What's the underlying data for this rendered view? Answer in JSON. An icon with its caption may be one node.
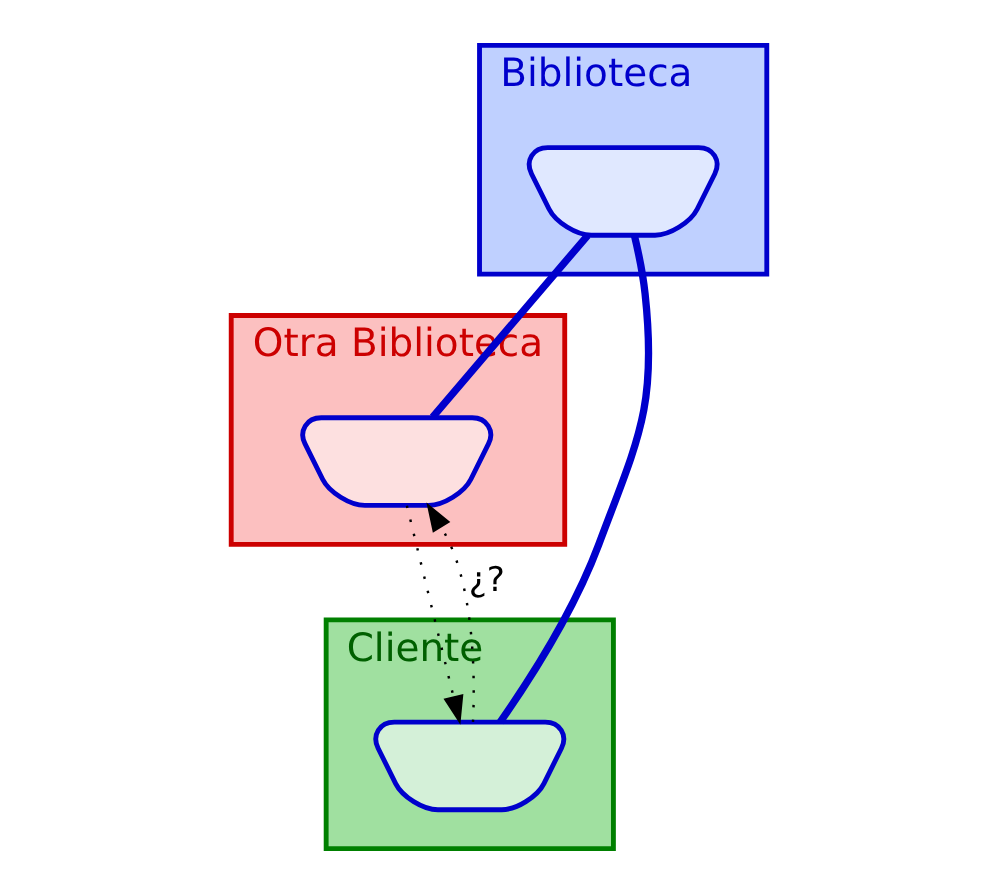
{
  "diagram": {
    "nodes": [
      {
        "text": [
          "Biblioteca"
        ]
      },
      {
        "text": [],
        "shape": "funnel",
        "in": 0
      },
      {
        "text": [
          "Otra Biblioteca"
        ]
      },
      {
        "text": [],
        "shape": "funnel",
        "in": 2
      },
      {
        "text": [
          "Cliente"
        ]
      },
      {
        "text": [],
        "shape": "funnel",
        "in": 4
      }
    ],
    "edges": [
      {
        "from": 1,
        "to": 3,
        "arrow": "none",
        "style": "thick",
        "color": "#0000cc"
      },
      {
        "from": 1,
        "to": 5,
        "arrow": "none",
        "style": "thick",
        "color": "#0000cc"
      },
      {
        "from": 3,
        "to": 5,
        "arrow": "to",
        "style": "dashed",
        "color": "#000000"
      },
      {
        "from": 5,
        "to": 3,
        "arrow": "to",
        "style": "dashed",
        "color": "#000000",
        "label": "¿?"
      }
    ]
  }
}
